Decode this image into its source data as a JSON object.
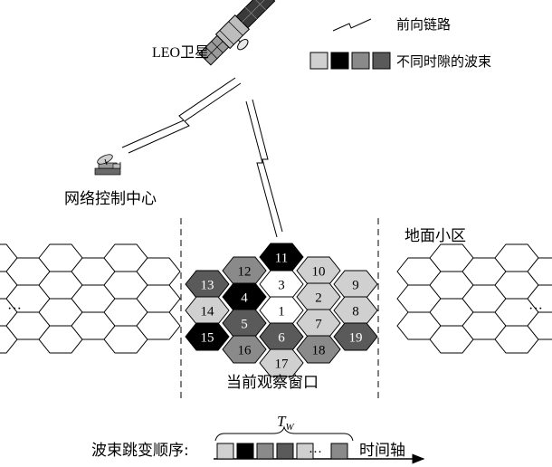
{
  "labels": {
    "satellite": "LEO卫星",
    "ncc": "网络控制中心",
    "cells": "地面小区",
    "window": "当前观察窗口",
    "sequence": "波束跳变顺序:",
    "time_axis": "时间轴",
    "tw_main": "T",
    "tw_sub": "W",
    "seq_dots": "···",
    "left_dots": "···",
    "right_dots": "···"
  },
  "legend": {
    "link_label": "前向链路",
    "beam_label": "不同时隙的波束",
    "beam_colors": [
      "#d0d0d0",
      "#000000",
      "#8a8a8a",
      "#5a5a5a"
    ]
  },
  "colors": {
    "light": "#d0d0d0",
    "black": "#000000",
    "mid": "#8a8a8a",
    "dark": "#5a5a5a",
    "white": "#ffffff"
  },
  "cells": [
    {
      "label": "11",
      "shade": "black"
    },
    {
      "label": "12",
      "shade": "mid"
    },
    {
      "label": "3",
      "shade": "white"
    },
    {
      "label": "10",
      "shade": "light"
    },
    {
      "label": "13",
      "shade": "dark"
    },
    {
      "label": "4",
      "shade": "black"
    },
    {
      "label": "2",
      "shade": "light"
    },
    {
      "label": "9",
      "shade": "light"
    },
    {
      "label": "14",
      "shade": "light"
    },
    {
      "label": "1",
      "shade": "white"
    },
    {
      "label": "8",
      "shade": "light"
    },
    {
      "label": "5",
      "shade": "dark"
    },
    {
      "label": "7",
      "shade": "light"
    },
    {
      "label": "15",
      "shade": "black"
    },
    {
      "label": "6",
      "shade": "dark"
    },
    {
      "label": "19",
      "shade": "dark"
    },
    {
      "label": "16",
      "shade": "mid"
    },
    {
      "label": "18",
      "shade": "mid"
    },
    {
      "label": "17",
      "shade": "light"
    }
  ],
  "sequence": [
    "light",
    "black",
    "mid",
    "dark",
    "light",
    "mid"
  ]
}
